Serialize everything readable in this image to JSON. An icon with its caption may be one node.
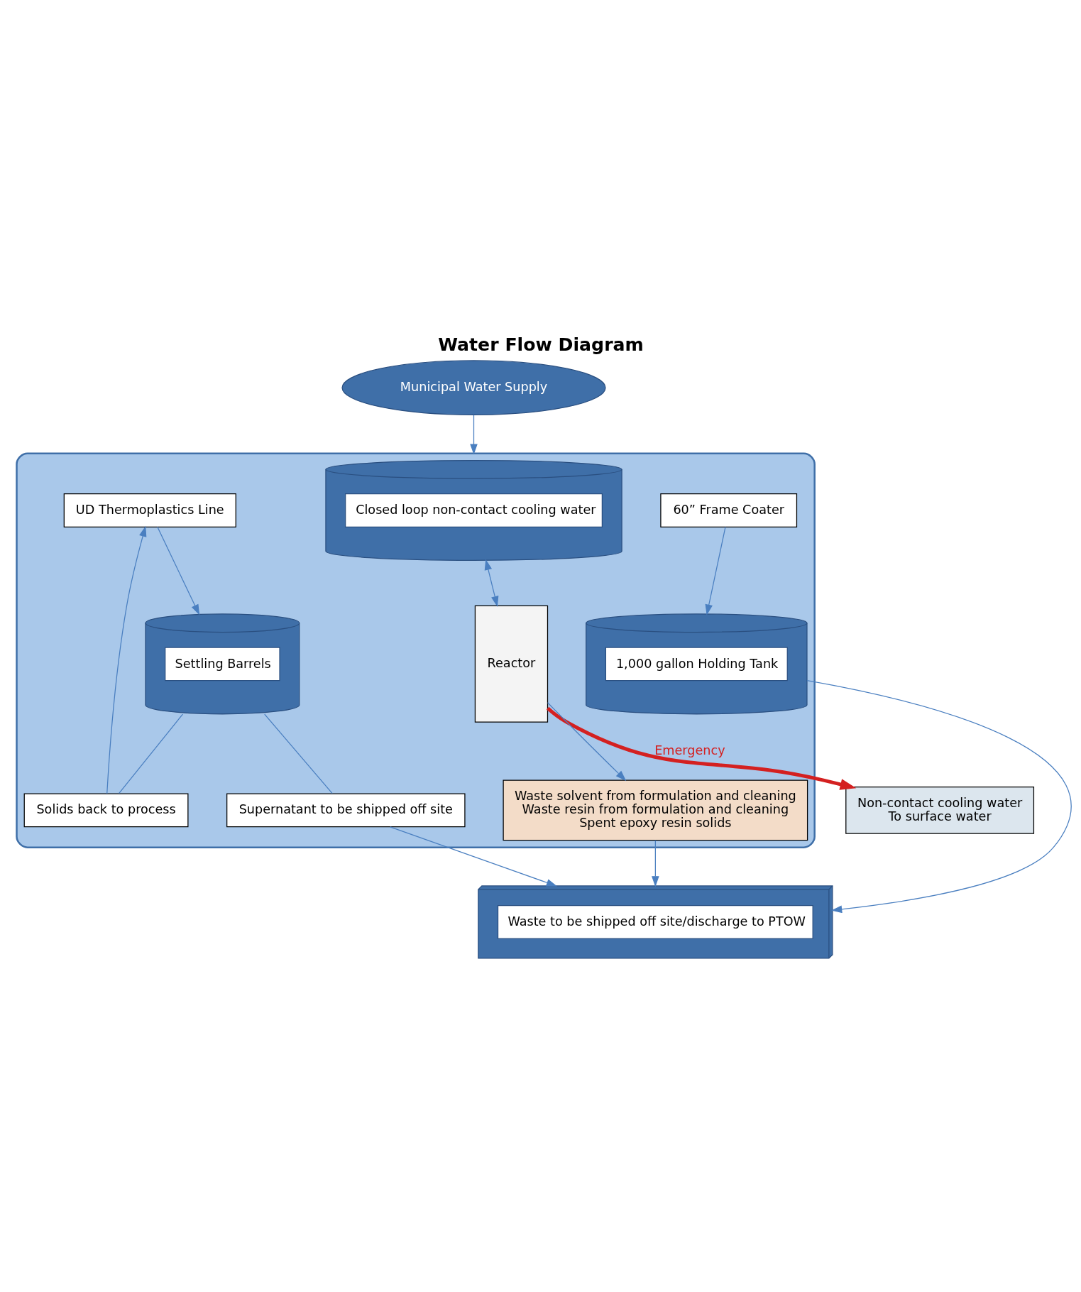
{
  "diagram": {
    "title": "Water Flow Diagram",
    "nodes": [
      {
        "text": [
          "Municipal Water Supply"
        ]
      },
      {
        "text": [
          "Non-contact cooling water",
          "To surface water"
        ]
      },
      {
        "text": [],
        "shape": "box"
      },
      {
        "text": [
          "Closed loop non-contact cooling water"
        ],
        "in": 2
      },
      {
        "text": [
          "60” Frame Coater"
        ],
        "in": 2
      },
      {
        "text": [
          "UD Thermoplastics Line"
        ],
        "in": 2
      },
      {
        "text": [
          "Reactor"
        ],
        "in": 2
      },
      {
        "text": [
          "Solids back to process"
        ],
        "in": 2
      },
      {
        "text": [
          "Settling Barrels"
        ],
        "in": 2
      },
      {
        "text": [
          "1,000 gallon Holding Tank"
        ],
        "in": 2
      },
      {
        "text": [
          "Waste solvent from formulation and cleaning",
          "Waste resin from formulation and cleaning",
          "Spent epoxy resin solids"
        ],
        "in": 2
      },
      {
        "text": [
          "Supernatant to be shipped off site"
        ],
        "in": 2
      },
      {
        "text": [
          "Waste to be shipped off site/discharge to PTOW"
        ]
      }
    ],
    "edges": [
      {
        "from": 0,
        "to": 2,
        "arrow": "to"
      },
      {
        "from": 4,
        "to": 9,
        "arrow": "to"
      },
      {
        "from": 3,
        "to": 6,
        "arrow": "both"
      },
      {
        "from": 6,
        "to": 1,
        "arrow": "to",
        "label": "Emergency",
        "style": "thick",
        "color": "#d42020"
      },
      {
        "from": 6,
        "to": 10,
        "arrow": "to"
      },
      {
        "from": 5,
        "to": 8,
        "arrow": "to"
      },
      {
        "from": 8,
        "to": 7,
        "arrow": "none"
      },
      {
        "from": 7,
        "to": 5,
        "arrow": "to"
      },
      {
        "from": 8,
        "to": 11,
        "arrow": "none"
      },
      {
        "from": 9,
        "to": 12,
        "arrow": "to"
      },
      {
        "from": 10,
        "to": 12,
        "arrow": "to"
      },
      {
        "from": 11,
        "to": 12,
        "arrow": "to"
      }
    ]
  }
}
